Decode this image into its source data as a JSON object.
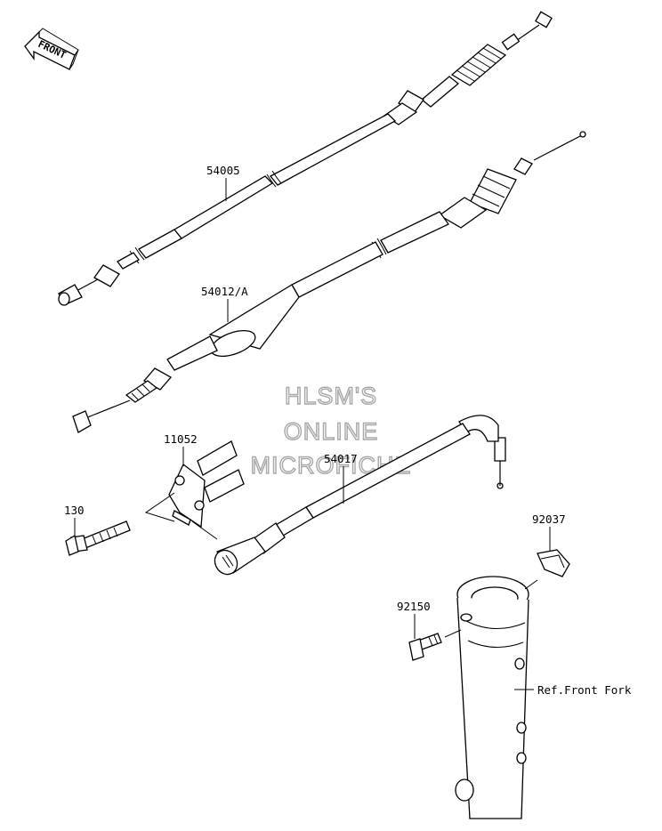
{
  "front_badge": {
    "label": "FRONT"
  },
  "watermark": {
    "line1": "HLSM'S",
    "line2": "ONLINE",
    "line3": "MICROFICHE"
  },
  "callouts": [
    {
      "id": "clutch-cable",
      "label": "54005"
    },
    {
      "id": "throttle-cable",
      "label": "54012/A"
    },
    {
      "id": "choke-cable",
      "label": "54017"
    },
    {
      "id": "bracket",
      "label": "11052"
    },
    {
      "id": "bolt",
      "label": "130"
    },
    {
      "id": "cable-clamp",
      "label": "92037"
    },
    {
      "id": "clamp-bolt",
      "label": "92150"
    },
    {
      "id": "fork-ref",
      "label": "Ref.Front Fork"
    }
  ]
}
